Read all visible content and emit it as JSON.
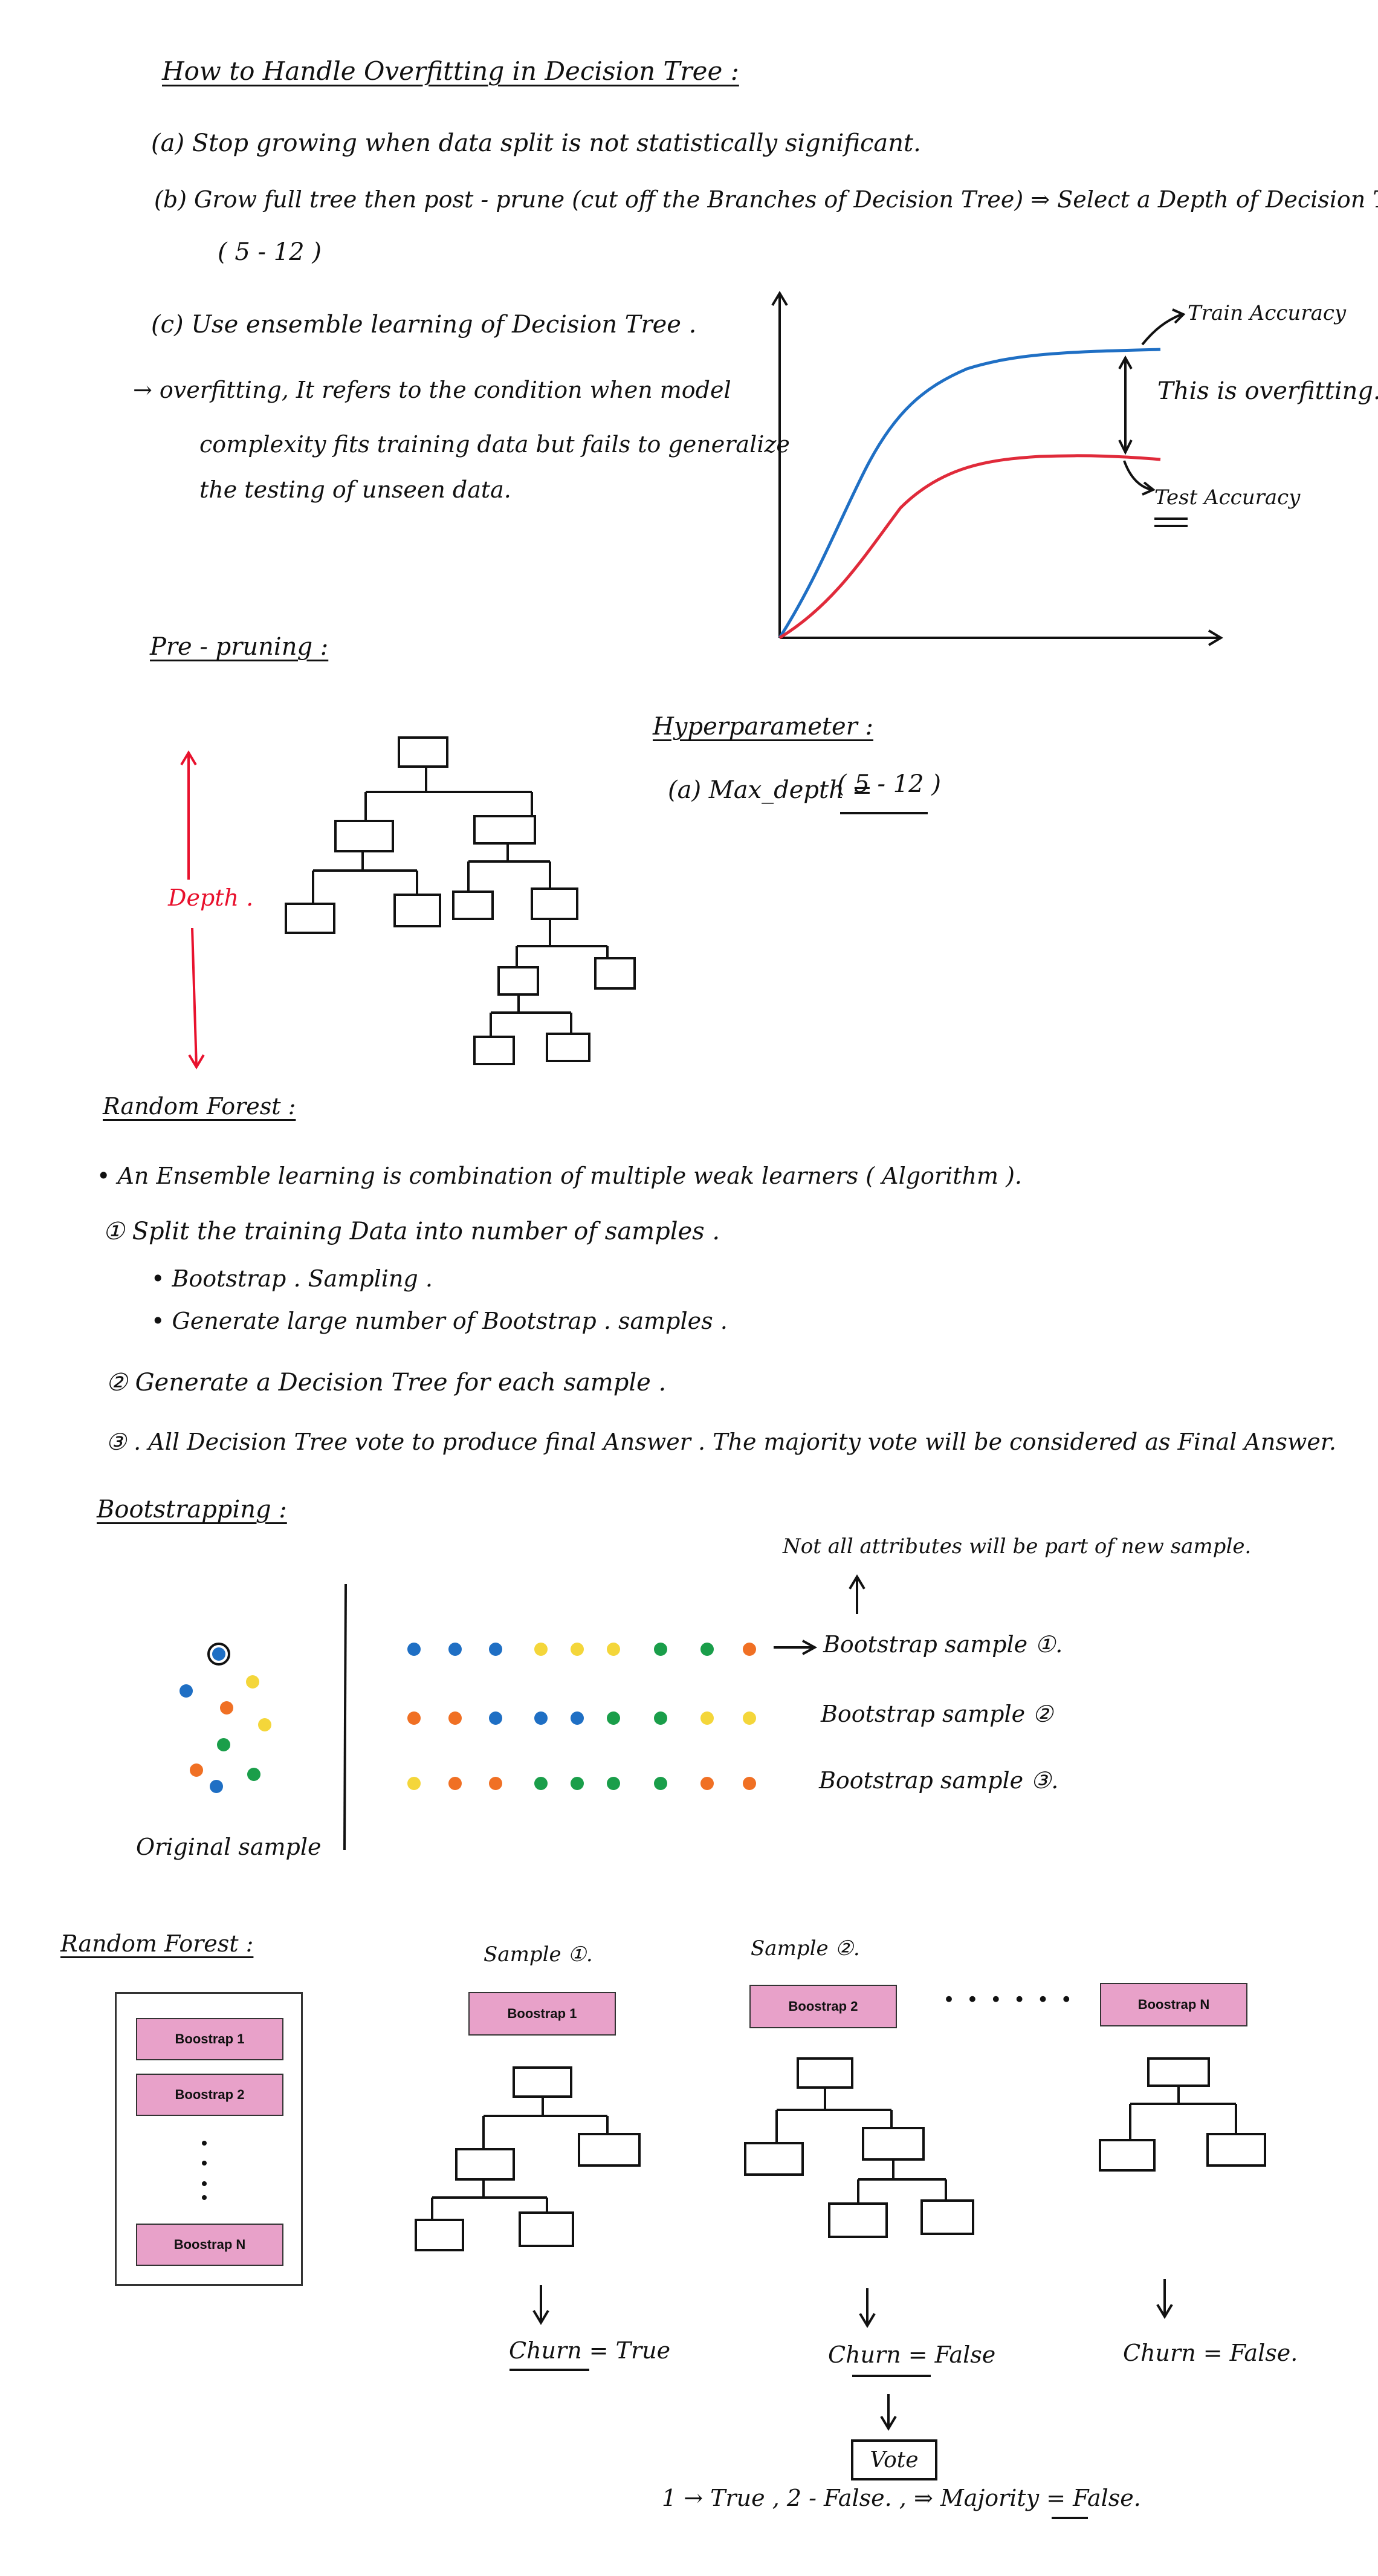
{
  "overfitting": {
    "title": "How to Handle Overfitting in Decision Tree :",
    "item_a": "(a) Stop growing   when data split is not statistically  significant.",
    "item_b": "(b)  Grow full tree then post - prune  (cut off the Branches of Decision Tree) ⇒ Select a  Depth of Decision Tree",
    "item_b_range": "( 5 - 12 )",
    "item_c": "(c)  Use ensemble  learning of Decision Tree .",
    "def_line1": "→ overfitting,  It refers to the condition when model",
    "def_line2": "complexity fits training data but fails to generalize",
    "def_line3": "the testing of unseen data.",
    "train_label": "Train Accuracy",
    "test_label": "Test Accuracy",
    "gap_label": "This is overfitting.",
    "colors": {
      "train": "#1f6fc4",
      "test": "#e02a3a"
    }
  },
  "prepruning": {
    "title": "Pre - pruning :",
    "depth_label": "Depth .",
    "hyper_title": "Hyperparameter :",
    "hyper_item": "(a)  Max_depth  =",
    "hyper_value": "( 5 - 12 )"
  },
  "random_forest": {
    "title": "Random Forest :",
    "intro": "• An Ensemble learning  is combination of  multiple weak learners ( Algorithm ).",
    "step1": "①  Split  the training  Data into  number of samples .",
    "bullet1": "•  Bootstrap . Sampling .",
    "bullet2": "•  Generate  large number of Bootstrap . samples .",
    "step2": "②  Generate   a Decision Tree  for each  sample .",
    "step3": "③ .  All Decision Tree  vote to produce final Answer .   The majority vote  will be considered as Final  Answer."
  },
  "bootstrapping": {
    "title": "Bootstrapping :",
    "note": "Not all attributes will be part of  new sample.",
    "original_label": "Original  sample",
    "sample1": "Bootstrap  sample ①.",
    "sample2": "Bootstrap  sample ②",
    "sample3": "Bootstrap  sample ③.",
    "dot_colors": {
      "blue": "#1f6fc4",
      "orange": "#f07024",
      "yellow": "#f4d63a",
      "green": "#1a9e4a"
    }
  },
  "forest_diagram": {
    "title": "Random Forest :",
    "box_items": [
      "Boostrap 1",
      "Boostrap 2",
      "Boostrap N"
    ],
    "sample1_label": "Sample ①.",
    "sample2_label": "Sample ②.",
    "dots_sep": "• • • • • •",
    "tree1_header": "Boostrap 1",
    "tree2_header": "Boostrap 2",
    "treeN_header": "Boostrap N",
    "result1": "Churn = True",
    "result2": "Churn = False",
    "resultN": "Churn = False.",
    "vote_label": "Vote",
    "vote_summary": "1 → True ,   2 - False. ,  ⇒  Majority = False."
  }
}
